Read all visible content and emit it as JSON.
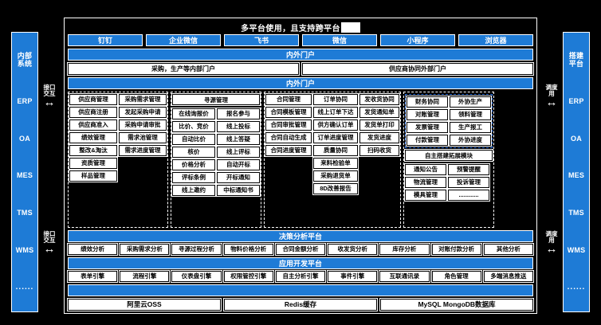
{
  "title": {
    "text": "多平台使用，且支持跨平台",
    "caret": true
  },
  "colors": {
    "accent": "#1E7BD6",
    "background": "#000000",
    "cell": "#ffffff",
    "dash_blue": "#2E6FD9"
  },
  "left_sidebar": {
    "items": [
      {
        "label": "内部\n系统"
      },
      {
        "label": "ERP"
      },
      {
        "label": "OA"
      },
      {
        "label": "MES"
      },
      {
        "label": "TMS"
      },
      {
        "label": "WMS"
      },
      {
        "label": "......"
      }
    ]
  },
  "right_sidebar": {
    "items": [
      {
        "label": "搭建\n平台"
      },
      {
        "label": "ERP"
      },
      {
        "label": "OA"
      },
      {
        "label": "MES"
      },
      {
        "label": "TMS"
      },
      {
        "label": "WMS"
      },
      {
        "label": "......"
      }
    ]
  },
  "connectors": {
    "left_top": {
      "label": "接口\n交互",
      "arrow": "↔"
    },
    "left_bottom": {
      "label": "接口\n交互",
      "arrow": "↔"
    },
    "right_top": {
      "label": "调度\n用",
      "arrow": "↔"
    },
    "right_bottom": {
      "label": "调度\n用",
      "arrow": "↔"
    }
  },
  "clients": [
    {
      "label": "钉钉"
    },
    {
      "label": "企业微信"
    },
    {
      "label": "飞书"
    },
    {
      "label": "微信"
    },
    {
      "label": "小程序"
    },
    {
      "label": "浏览器"
    }
  ],
  "portal_bar_1": "内外门户",
  "portals": [
    {
      "label": "采购，生产等内部门户"
    },
    {
      "label": "供应商协同外部门户"
    }
  ],
  "portal_bar_2": "内外门户",
  "grid": {
    "group_supplier": {
      "columns": [
        {
          "name": "supplier-management",
          "cells": [
            "供应商管理",
            "供应商注册",
            "供应商准入",
            "绩效管理",
            "整改&淘汰",
            "资质管理",
            "样品管理"
          ]
        },
        {
          "name": "purchase-requirement",
          "cells": [
            "采购需求管理",
            "发起采购申请",
            "采购申请审批",
            "需求池管理",
            "需求进度管理"
          ]
        }
      ]
    },
    "group_sourcing": {
      "header": "寻源管理",
      "col_left": [
        "在线询报价",
        "比价、竞价",
        "自动比价",
        "核价",
        "价格分析",
        "评标条例",
        "线上邀约"
      ],
      "col_right": [
        "报名参与",
        "线上投标",
        "线上答疑",
        "线上评标",
        "自动开标",
        "开标通知",
        "中标通知书"
      ]
    },
    "group_contract_order": {
      "columns": [
        {
          "name": "contract-management",
          "cells": [
            "合同管理",
            "合同模板管理",
            "合同审批管理",
            "合同自动生成",
            "合同进度管理"
          ]
        },
        {
          "name": "order-collaboration",
          "cells": [
            "订单协同",
            "线上订单下达",
            "供方确认订单",
            "订单进度管理",
            "质量协同",
            "来料检验单",
            "采购退货单",
            "8D改善报告"
          ]
        },
        {
          "name": "shipping-collaboration",
          "cells": [
            "发收货协同",
            "发货通知单",
            "发货单打印",
            "发货进度",
            "扫码收货"
          ]
        }
      ]
    },
    "group_finance": {
      "columns": [
        {
          "name": "finance-collaboration",
          "cells": [
            "财务协同",
            "对账管理",
            "发票管理",
            "付款管理"
          ]
        },
        {
          "name": "outsourced-production",
          "cells": [
            "外协生产",
            "领料管理",
            "生产报工",
            "外协进度"
          ]
        }
      ]
    },
    "extension": {
      "header": "自主搭建拓展模块",
      "col_left": [
        "通知公告",
        "物流管理",
        "模具管理"
      ],
      "col_right": [
        "预警提醒",
        "投诉管理",
        "............"
      ]
    }
  },
  "decision_platform": {
    "title": "决策分析平台",
    "items": [
      "绩效分析",
      "采购需求分析",
      "寻源过程分析",
      "物料价格分析",
      "合同金额分析",
      "收发货分析",
      "库存分析",
      "对账付款分析",
      "其他分析"
    ]
  },
  "app_platform": {
    "title": "应用开发平台",
    "items": [
      "表单引擎",
      "流程引擎",
      "仪表盘引擎",
      "权限管控引擎",
      "自主分析引擎",
      "事件引擎",
      "互联通讯录",
      "角色管理",
      "多端消息推送"
    ]
  },
  "infra_bar": "",
  "infrastructure": [
    "阿里云OSS",
    "Redis缓存",
    "MySQL MongoDB数据库"
  ]
}
